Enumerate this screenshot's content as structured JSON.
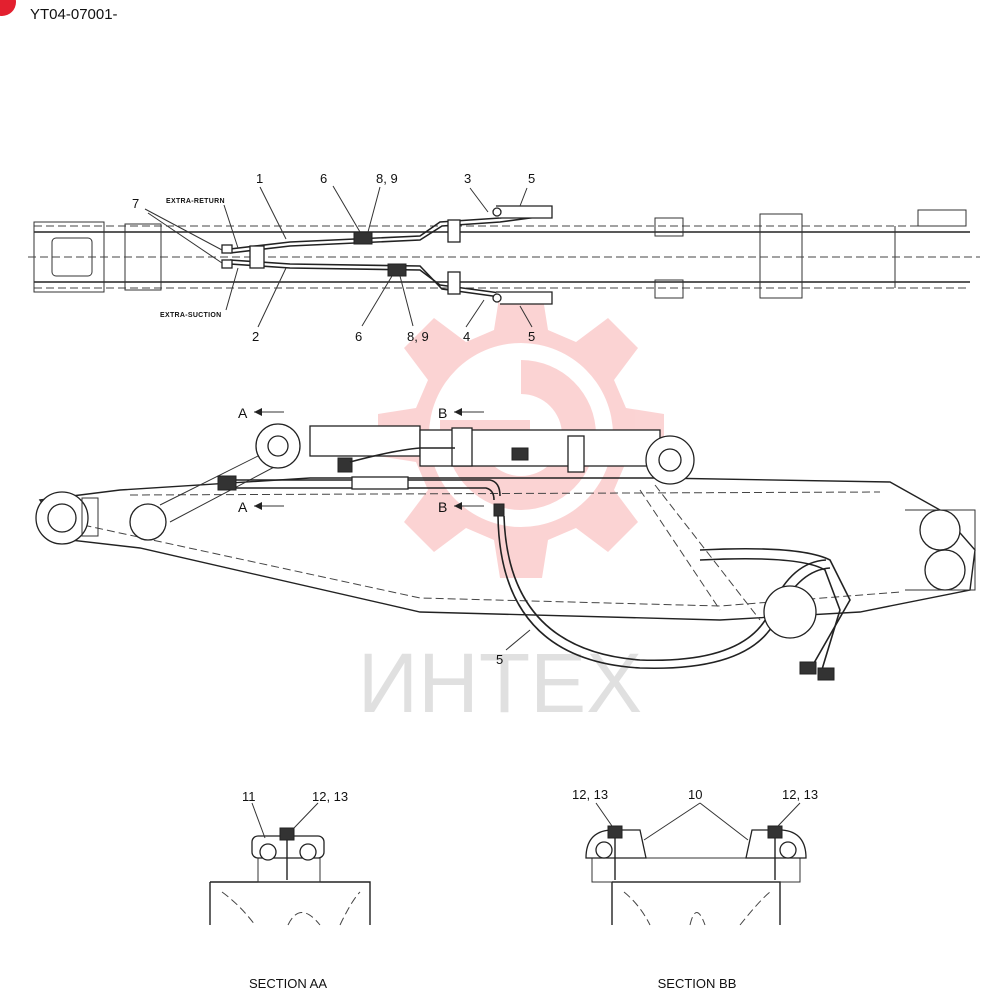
{
  "header": {
    "code": "YT04-07001-"
  },
  "top_view": {
    "labels": {
      "n1": "1",
      "n2": "2",
      "n3": "3",
      "n4": "4",
      "n5a": "5",
      "n5b": "5",
      "n6a": "6",
      "n6b": "6",
      "n7": "7",
      "n89a": "8, 9",
      "n89b": "8, 9",
      "extra_return": "EXTRA-RETURN",
      "extra_suction": "EXTRA-SUCTION"
    }
  },
  "side_view": {
    "labels": {
      "a1": "A",
      "a2": "A",
      "b1": "B",
      "b2": "B",
      "n5": "5"
    }
  },
  "section_aa": {
    "title": "SECTION AA",
    "labels": {
      "n11": "11",
      "n1213": "12, 13"
    }
  },
  "section_bb": {
    "title": "SECTION BB",
    "labels": {
      "n1213a": "12, 13",
      "n10": "10",
      "n1213b": "12, 13"
    }
  },
  "watermark": {
    "text": "ИНТЕХ",
    "color": "#ee3b3b"
  },
  "colors": {
    "line": "#222222",
    "brand_dot": "#e3202f"
  }
}
